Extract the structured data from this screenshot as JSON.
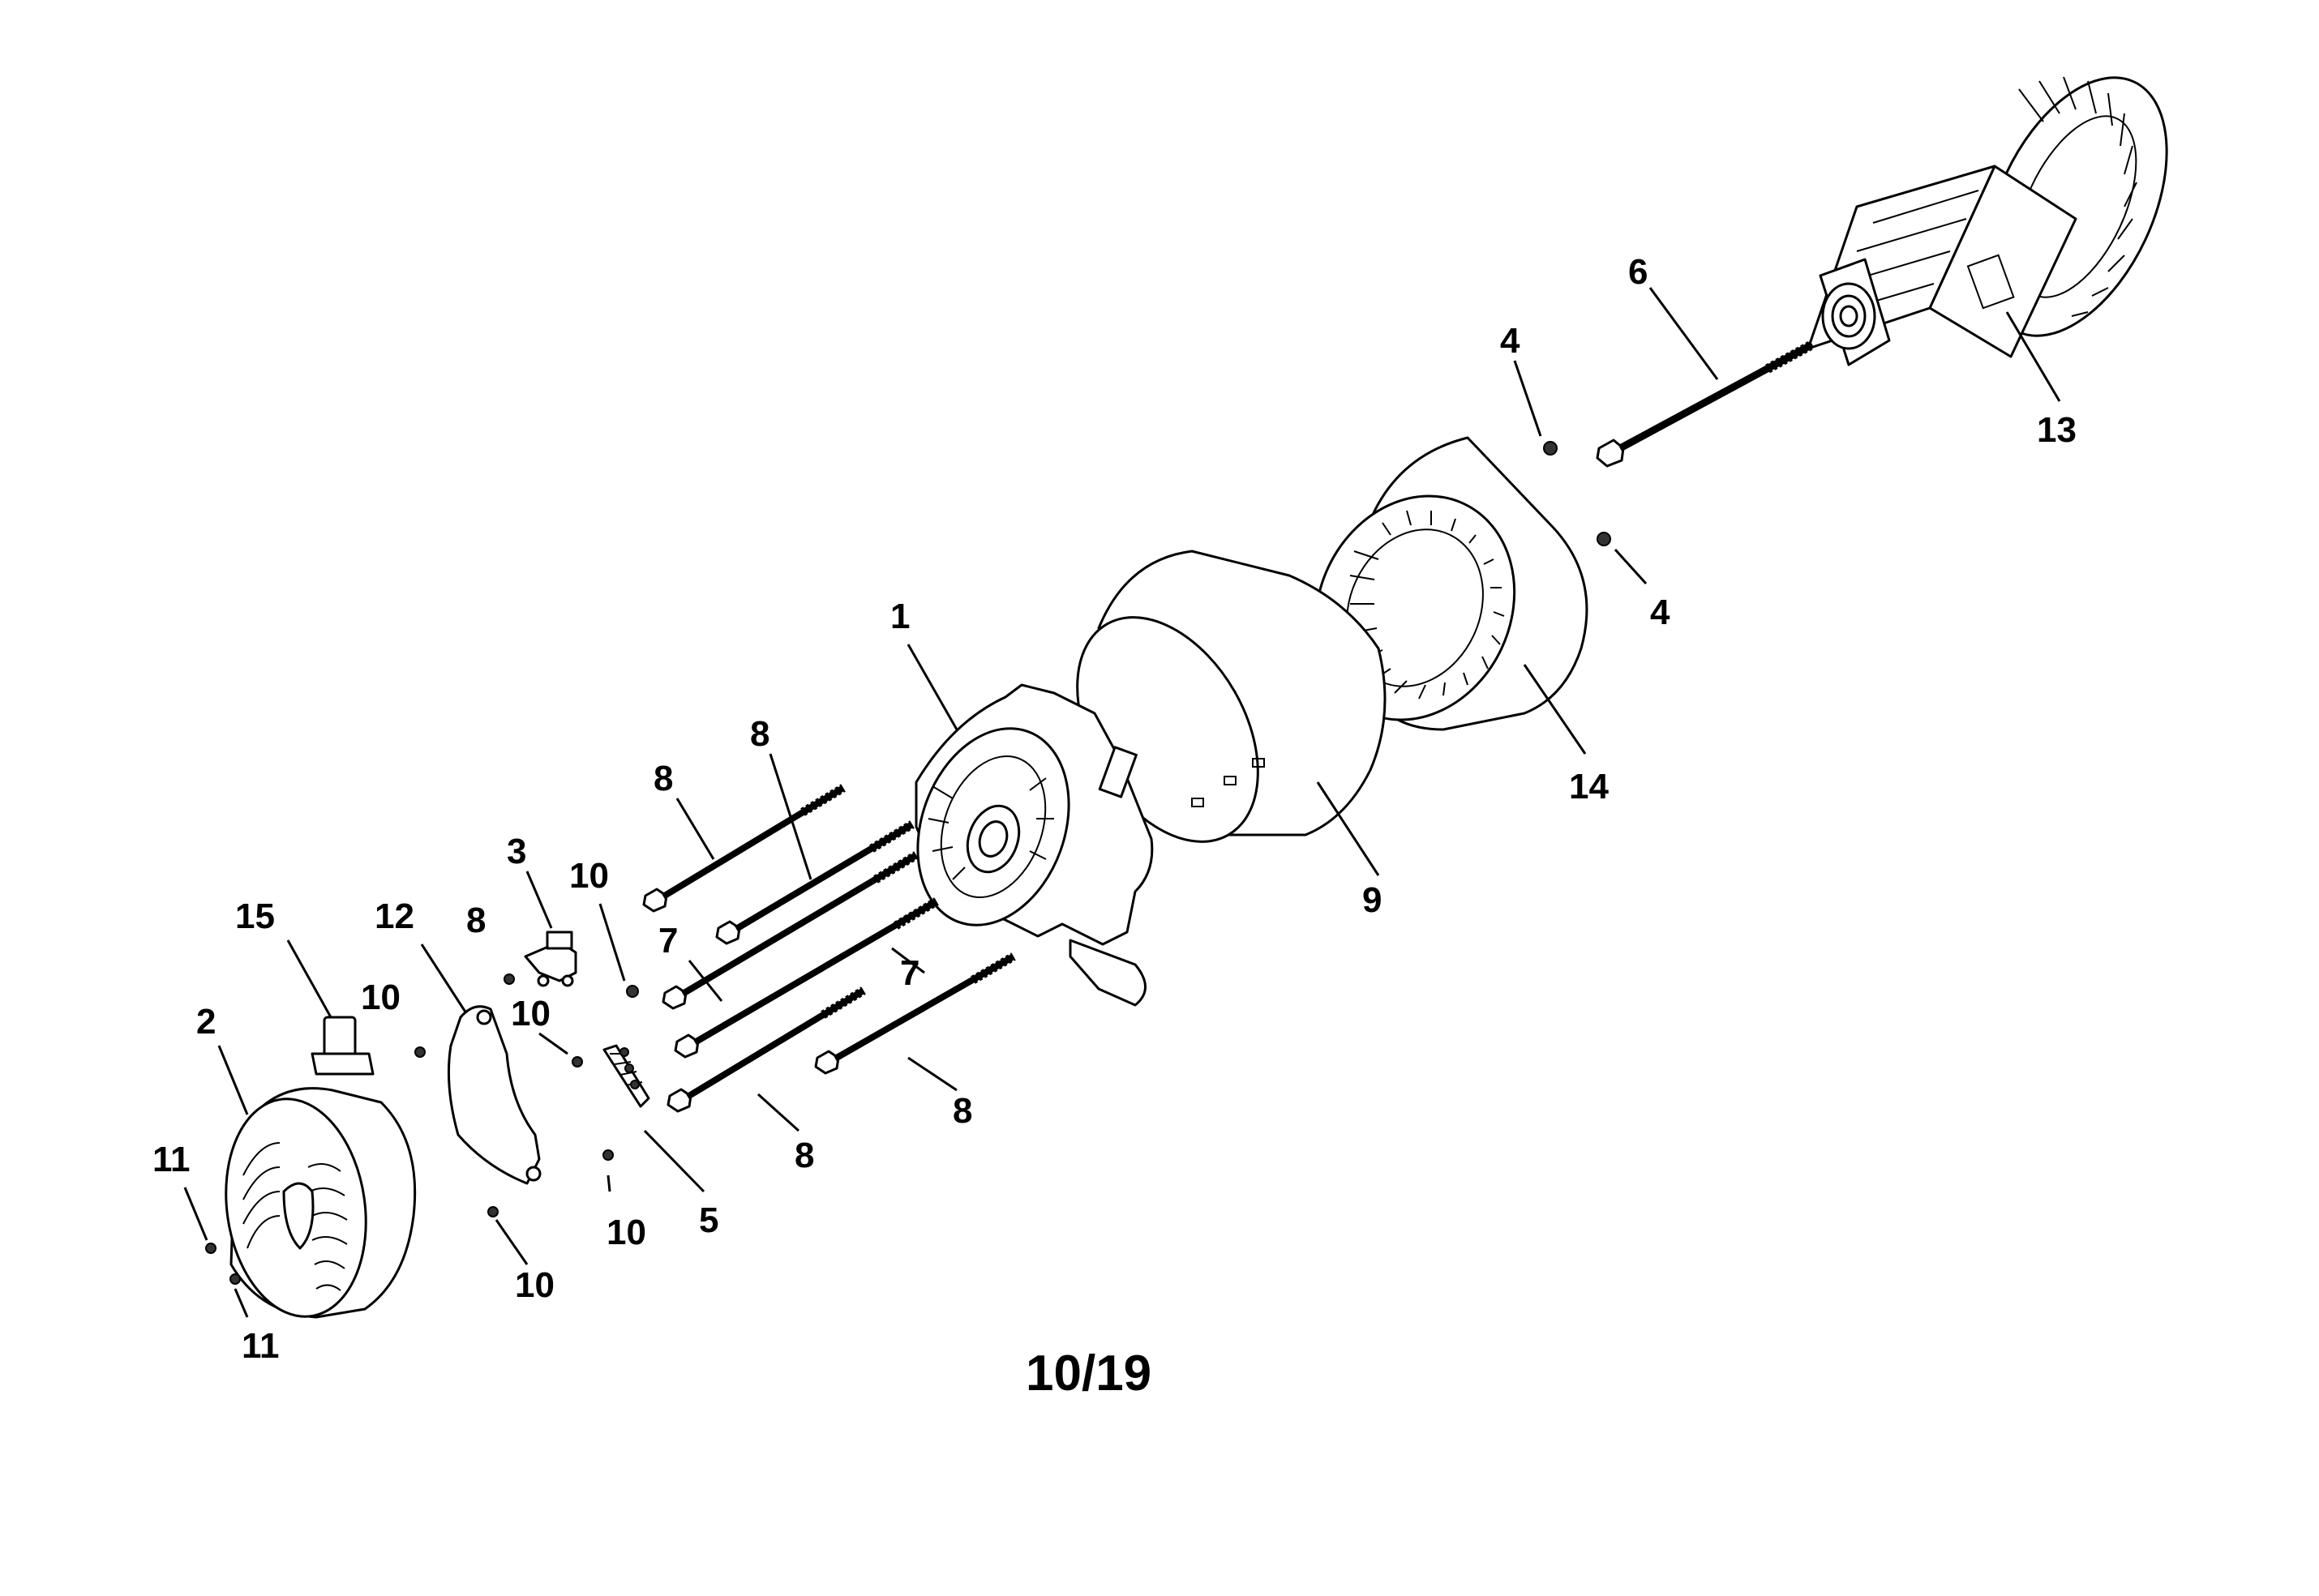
{
  "callouts": {
    "c1": "1",
    "c2": "2",
    "c3": "3",
    "c4a": "4",
    "c4b": "4",
    "c5": "5",
    "c6": "6",
    "c7a": "7",
    "c7b": "7",
    "c8a": "8",
    "c8b": "8",
    "c8c": "8",
    "c8d": "8",
    "c8e": "8",
    "c9": "9",
    "c10a": "10",
    "c10b": "10",
    "c10c": "10",
    "c10d": "10",
    "c10e": "10",
    "c11a": "11",
    "c11b": "11",
    "c12": "12",
    "c13": "13",
    "c14": "14",
    "c15": "15"
  },
  "page_label": "10/19"
}
